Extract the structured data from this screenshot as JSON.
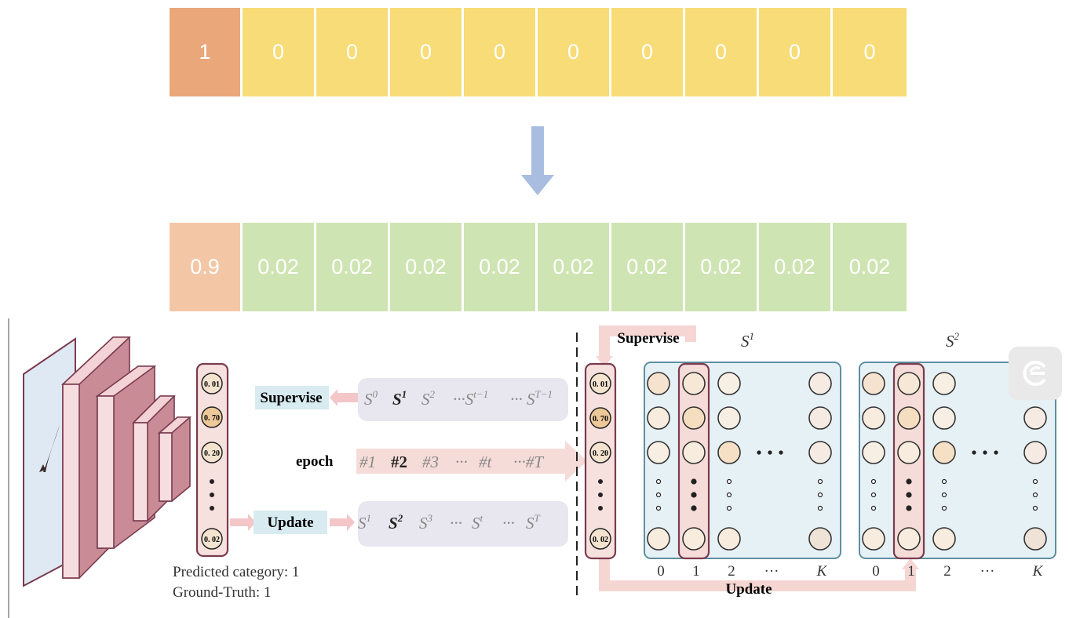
{
  "top_vector": {
    "cells": [
      "1",
      "0",
      "0",
      "0",
      "0",
      "0",
      "0",
      "0",
      "0",
      "0"
    ],
    "colors": {
      "hot": "#e9a77a",
      "cold": "#f7dc77"
    }
  },
  "arrow_color": "#a9bde0",
  "smoothed_vector": {
    "cells": [
      "0.9",
      "0.02",
      "0.02",
      "0.02",
      "0.02",
      "0.02",
      "0.02",
      "0.02",
      "0.02",
      "0.02"
    ],
    "colors": {
      "hot": "#f3c7a6",
      "cold": "#cfe4b3"
    }
  },
  "figure": {
    "left_probs": [
      "0. 01",
      "0. 70",
      "0. 20",
      "0. 02"
    ],
    "right_probs": [
      "0. 01",
      "0. 70",
      "0. 20",
      "0. 02"
    ],
    "supervise_label": "Supervise",
    "epoch_label": "epoch",
    "update_label": "Update",
    "soft_label_sequence": {
      "items": [
        {
          "base": "S",
          "sup": "0"
        },
        {
          "base": "S",
          "sup": "1"
        },
        {
          "base": "S",
          "sup": "2"
        },
        {
          "base": "···S",
          "sup": "t−1"
        },
        {
          "base": "··· S",
          "sup": "T−1"
        }
      ]
    },
    "epoch_sequence": {
      "items": [
        {
          "text": "#1"
        },
        {
          "text": "#2"
        },
        {
          "text": "#3"
        },
        {
          "text": "···"
        },
        {
          "text": "#t"
        },
        {
          "text": "···#T"
        }
      ]
    },
    "update_sequence": {
      "items": [
        {
          "base": "S",
          "sup": "1"
        },
        {
          "base": "S",
          "sup": "2"
        },
        {
          "base": "S",
          "sup": "3"
        },
        {
          "base": "···",
          "sup": ""
        },
        {
          "base": "S",
          "sup": "t"
        },
        {
          "base": "···",
          "sup": ""
        },
        {
          "base": "S",
          "sup": "T"
        }
      ]
    },
    "caption_predicted": "Predicted category: 1",
    "caption_ground_truth": "Ground-Truth: 1",
    "right_supervise_label": "Supervise",
    "right_update_label": "Update",
    "matrix1": {
      "title_base": "S",
      "title_sup": "1",
      "col_labels": [
        "0",
        "1",
        "2",
        "···",
        "K"
      ]
    },
    "matrix2": {
      "title_base": "S",
      "title_sup": "2",
      "col_labels": [
        "0",
        "1",
        "2",
        "···",
        "K"
      ]
    }
  },
  "logo_icon": "app-logo-icon"
}
